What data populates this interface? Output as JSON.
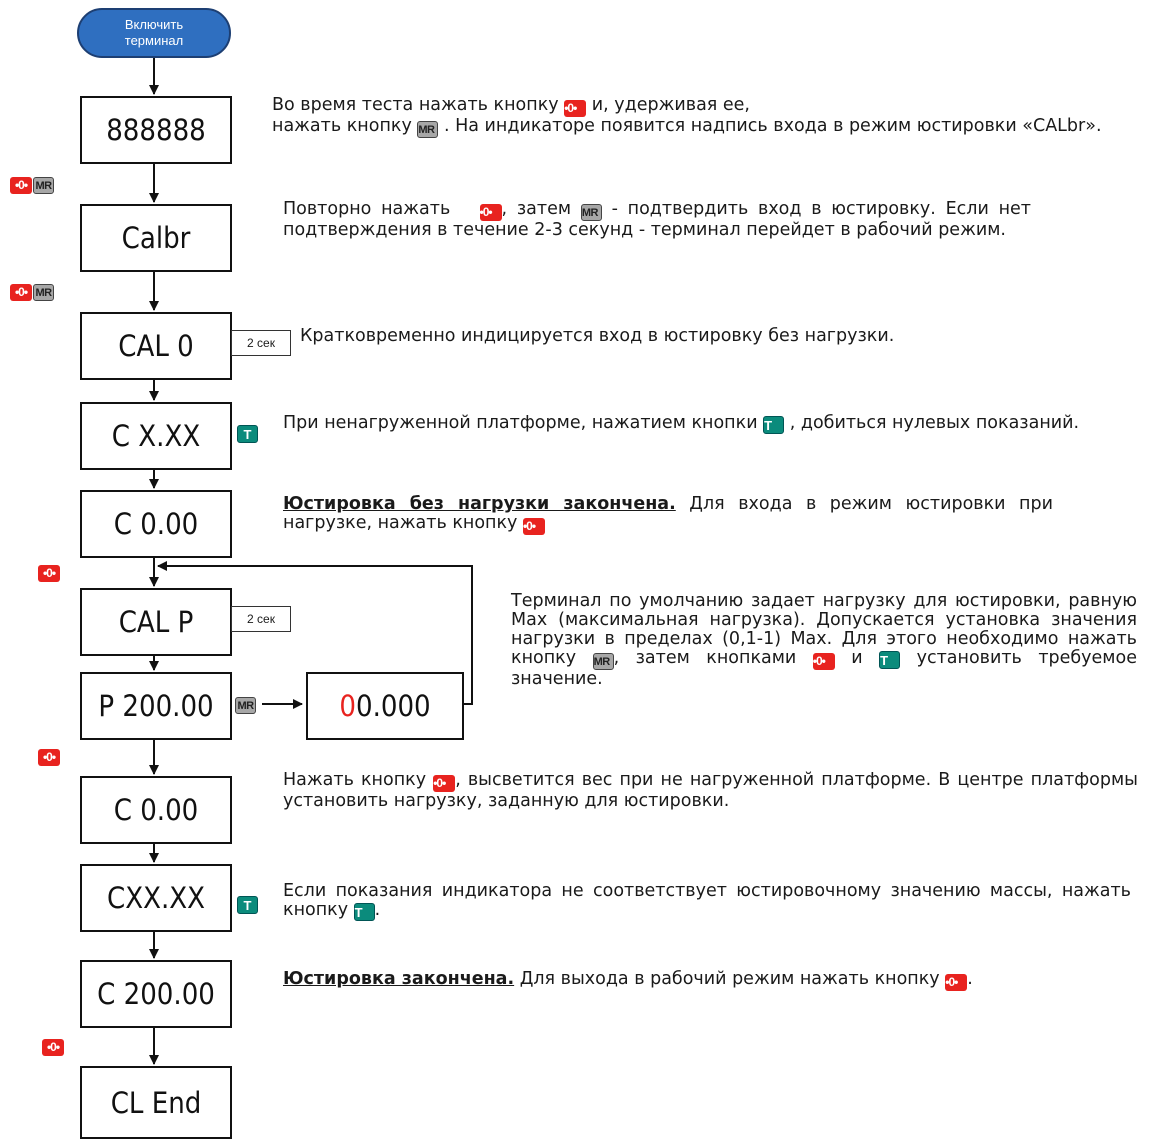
{
  "start": {
    "line1": "Включить",
    "line2": "терминал"
  },
  "boxes": {
    "b1": "888888",
    "b2": "Calbr",
    "b3": "CAL 0",
    "b4": "C X.XX",
    "b5": "C 0.00",
    "b6": "CAL P",
    "b7": "P 200.00",
    "b8_rest": "0.000",
    "b8_first": "0",
    "b9": "C 0.00",
    "b10": "CXX.XX",
    "b11": "C 200.00",
    "b12": "CL End"
  },
  "timers": {
    "t1": "2 сек",
    "t2": "2 сек"
  },
  "buttons": {
    "zero": "•0•",
    "mr": "MR",
    "t": "T"
  },
  "texts": {
    "p1a": "Во время теста нажать кнопку",
    "p1b": " и, удерживая ее,",
    "p1c": "нажать кнопку",
    "p1d": ". На индикаторе появится надпись входа в режим юстировки «CALbr».",
    "p2a": "Повторно нажать",
    "p2b": ", затем",
    "p2c": "- подтвердить вход в юстировку. Если нет подтверждения в течение 2-3 секунд - терминал перейдет в рабочий режим.",
    "p3": "Кратковременно индицируется вход в юстировку без нагрузки.",
    "p4a": "При ненагруженной платформе, нажатием кнопки",
    "p4b": ", добиться нулевых показаний.",
    "p5bold": "Юстировка без нагрузки закончена.",
    "p5a": " Для входа в режим юстировки при нагрузке, нажать кнопку",
    "p6a": "Терминал по умолчанию задает нагрузку для юстировки, равную Max (максимальная нагрузка). Допускается установка значения нагрузки в пределах (0,1-1) Max. Для этого необходимо нажать кнопку",
    "p6b": ", затем кнопками",
    "p6c": " и ",
    "p6d": "установить требуемое значение.",
    "p7a": "Нажать кнопку",
    "p7b": ", высветится вес при не нагруженной платформе. В центре платформы установить нагрузку, заданную для юстировки.",
    "p8a": "Если показания индикатора не соответствует юстировочному значению массы, нажать кнопку",
    "p8b": ".",
    "p9bold": "Юстировка закончена.",
    "p9a": " Для выхода в рабочий режим нажать кнопку",
    "p9b": "."
  }
}
